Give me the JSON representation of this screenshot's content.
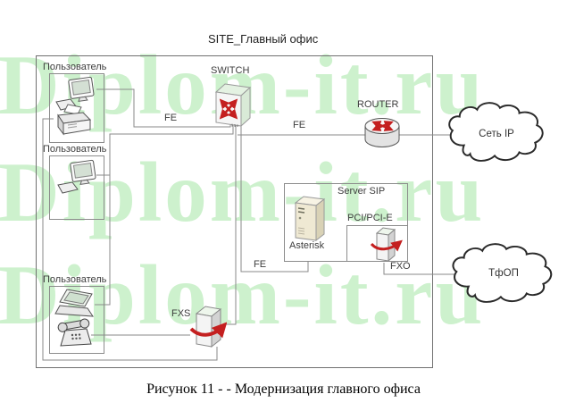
{
  "title": "SITE_Главный офис",
  "caption": "Рисунок 11 - - Модернизация главного офиса",
  "watermark": {
    "text": "Diplom-it.ru",
    "color": "#cdf1cd",
    "rows": 3
  },
  "nodes": {
    "user1": {
      "label": "Пользователь",
      "devices": [
        "desktop-computer-icon",
        "fax-icon"
      ]
    },
    "user2": {
      "label": "Пользователь",
      "devices": [
        "desktop-computer-icon"
      ]
    },
    "user3": {
      "label": "Пользователь",
      "devices": [
        "laptop-icon",
        "telephone-icon"
      ]
    },
    "switch": {
      "label": "SWITCH"
    },
    "router": {
      "label": "ROUTER"
    },
    "server_sip": {
      "label": "Server SIP"
    },
    "asterisk": {
      "label": "Asterisk"
    },
    "pci": {
      "label": "PCI/PCI-E"
    },
    "fxo": {
      "label": "FXO"
    },
    "fxs": {
      "label": "FXS"
    },
    "ip_network": {
      "label": "Сеть IP"
    },
    "pstn": {
      "label": "ТфОП"
    }
  },
  "links": {
    "fe": "FE"
  },
  "colors": {
    "watermark": "#cdf1cd",
    "line": "#8a8a8a",
    "box_border": "#8c8c8c",
    "arrow_red": "#c42020",
    "switch_green": "#e2f1e0",
    "server_beige": "#efe9d3",
    "label_text": "#3d3d3d"
  }
}
